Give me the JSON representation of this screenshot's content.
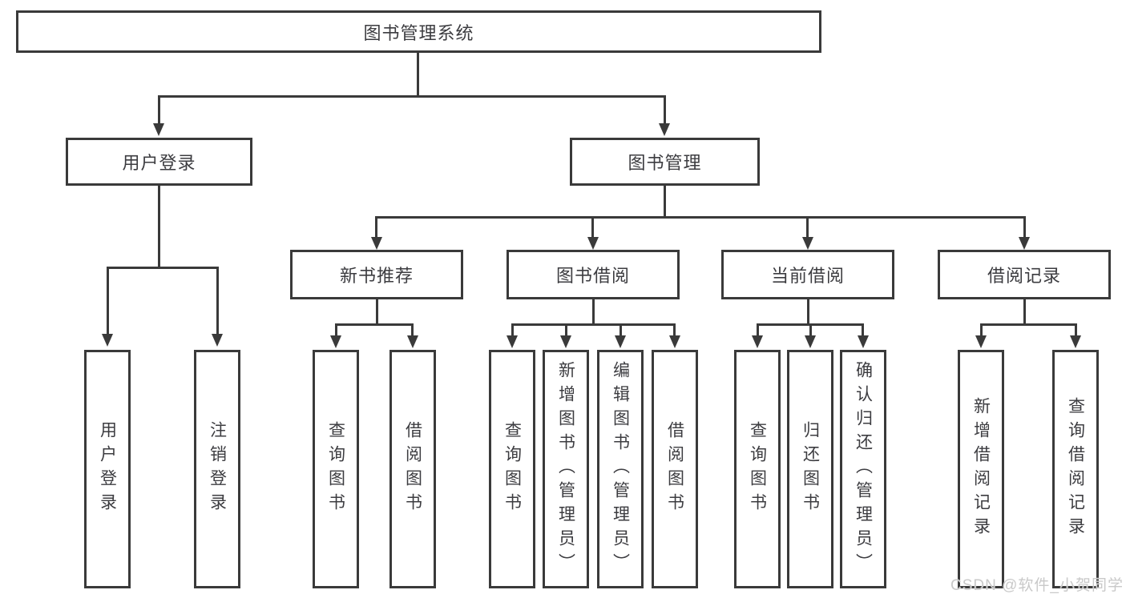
{
  "diagram_title": "图书管理系统",
  "tree": {
    "root": {
      "label": "图书管理系统",
      "children": [
        {
          "label": "用户登录",
          "children": [
            {
              "label": "用户登录"
            },
            {
              "label": "注销登录"
            }
          ]
        },
        {
          "label": "图书管理",
          "children": [
            {
              "label": "新书推荐",
              "children": [
                {
                  "label": "查询图书"
                },
                {
                  "label": "借阅图书"
                }
              ]
            },
            {
              "label": "图书借阅",
              "children": [
                {
                  "label": "查询图书"
                },
                {
                  "label": "新增图书（管理员）"
                },
                {
                  "label": "编辑图书（管理员）"
                },
                {
                  "label": "借阅图书"
                }
              ]
            },
            {
              "label": "当前借阅",
              "children": [
                {
                  "label": "查询图书"
                },
                {
                  "label": "归还图书"
                },
                {
                  "label": "确认归还（管理员）"
                }
              ]
            },
            {
              "label": "借阅记录",
              "children": [
                {
                  "label": "新增借阅记录"
                },
                {
                  "label": "查询借阅记录"
                }
              ]
            }
          ]
        }
      ]
    }
  },
  "watermark": {
    "text": "CSDN @软件_小贺同学"
  },
  "colors": {
    "line": "#3a3a3a",
    "text": "#3c3c40",
    "boxbg": "#ffffff",
    "wm": "#c9c9c9",
    "bg": "#ffffff"
  }
}
